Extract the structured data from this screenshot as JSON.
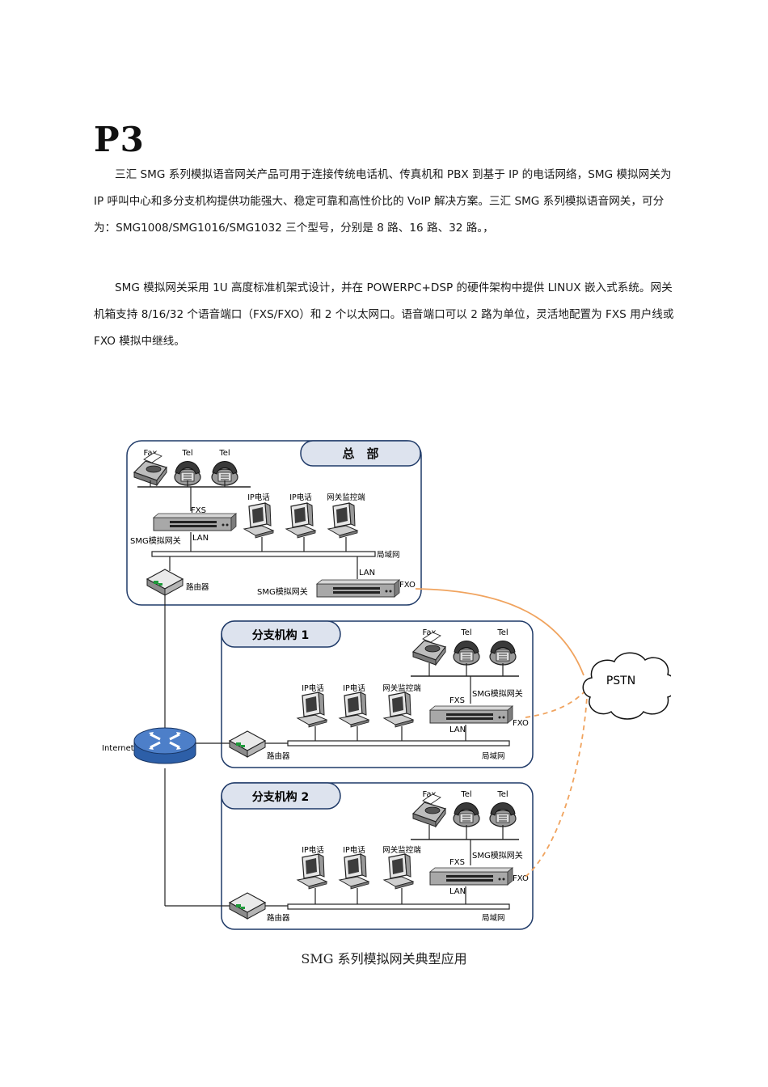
{
  "heading": "P3",
  "paragraphs": [
    "三汇 SMG 系列模拟语音网关产品可用于连接传统电话机、传真机和 PBX 到基于 IP 的电话网络，SMG 模拟网关为 IP 呼叫中心和多分支机构提供功能强大、稳定可靠和高性价比的 VoIP 解决方案。三汇 SMG 系列模拟语音网关，可分为：SMG1008/SMG1016/SMG1032 三个型号，分别是 8 路、16 路、32 路。，",
    "SMG 模拟网关采用 1U 高度标准机架式设计，并在 POWERPC+DSP 的硬件架构中提供 LINUX 嵌入式系统。网关机箱支持 8/16/32 个语音端口（FXS/FXO）和 2 个以太网口。语音端口可以 2 路为单位，灵活地配置为 FXS 用户线或 FXO 模拟中继线。"
  ],
  "diagram": {
    "hq": {
      "title": "总　部",
      "fax": "Fax",
      "tel1": "Tel",
      "tel2": "Tel",
      "ipphone1": "IP电话",
      "ipphone2": "IP电话",
      "monitor": "网关监控端",
      "fxs": "FXS",
      "lan1": "LAN",
      "gateway1": "SMG模拟网关",
      "lan_net": "局域网",
      "lan2": "LAN",
      "fxo": "FXO",
      "gateway2": "SMG模拟网关",
      "router": "路由器"
    },
    "branch1": {
      "title": "分支机构 1",
      "fax": "Fax",
      "tel1": "Tel",
      "tel2": "Tel",
      "ipphone1": "IP电话",
      "ipphone2": "IP电话",
      "monitor": "网关监控端",
      "fxs": "FXS",
      "gateway": "SMG模拟网关",
      "fxo": "FXO",
      "lan": "LAN",
      "router": "路由器",
      "lan_net": "局域网"
    },
    "branch2": {
      "title": "分支机构 2",
      "fax": "Fax",
      "tel1": "Tel",
      "tel2": "Tel",
      "ipphone1": "IP电话",
      "ipphone2": "IP电话",
      "monitor": "网关监控端",
      "fxs": "FXS",
      "gateway": "SMG模拟网关",
      "fxo": "FXO",
      "lan": "LAN",
      "router": "路由器",
      "lan_net": "局域网"
    },
    "internet": "Internet",
    "pstn": "PSTN",
    "colors": {
      "border": "#1f3a68",
      "title_fill": "#dde3ee",
      "pstn_link": "#f0a35e"
    }
  },
  "caption": "SMG 系列模拟网关典型应用"
}
